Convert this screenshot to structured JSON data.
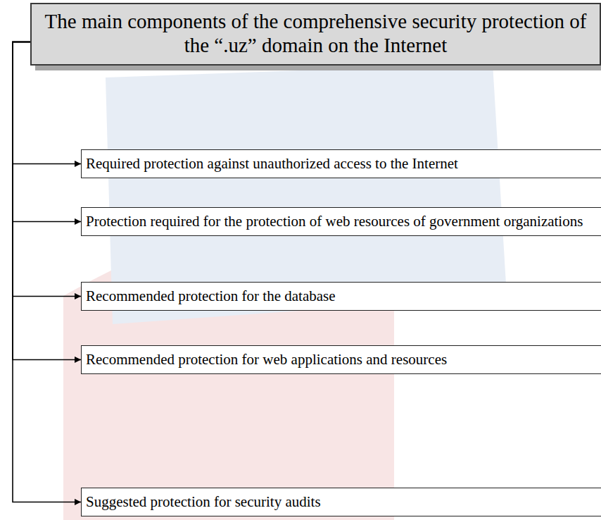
{
  "diagram": {
    "nodes": [
      {
        "text": [
          "The main components of the comprehensive security protection of the “.uz” domain on the Internet"
        ]
      },
      {
        "text": [
          "Required protection against unauthorized access to the Internet"
        ]
      },
      {
        "text": [
          "Protection required for the protection of web resources of government organizations"
        ]
      },
      {
        "text": [
          "Recommended protection for the database"
        ]
      },
      {
        "text": [
          "Recommended protection for web applications and resources"
        ]
      },
      {
        "text": [
          "Suggested protection for security audits"
        ]
      }
    ],
    "edges": [
      {
        "from": 0,
        "to": 1,
        "arrow": "to"
      },
      {
        "from": 0,
        "to": 2,
        "arrow": "to"
      },
      {
        "from": 0,
        "to": 3,
        "arrow": "to"
      },
      {
        "from": 0,
        "to": 4,
        "arrow": "to"
      },
      {
        "from": 0,
        "to": 5,
        "arrow": "to"
      }
    ]
  }
}
